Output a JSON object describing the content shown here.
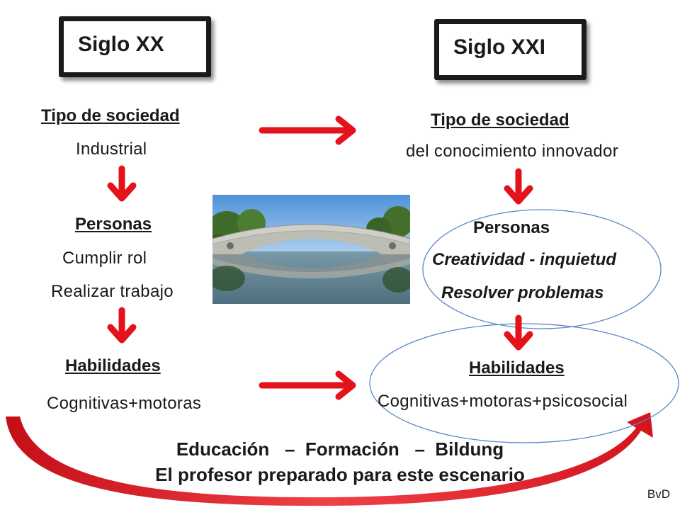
{
  "left": {
    "title": "Siglo XX",
    "society_heading": "Tipo de sociedad",
    "society_value": "Industrial",
    "people_heading": "Personas",
    "people_items": [
      "Cumplir rol",
      "Realizar trabajo"
    ],
    "skills_heading": "Habilidades",
    "skills_value": "Cognitivas+motoras"
  },
  "right": {
    "title": "Siglo XXI",
    "society_heading": "Tipo de sociedad",
    "society_value": "del conocimiento innovador",
    "people_heading": "Personas",
    "people_items": [
      "Creatividad - inquietud",
      "Resolver problemas"
    ],
    "skills_heading": "Habilidades",
    "skills_value": "Cognitivas+motoras+psicosocial"
  },
  "bottom": {
    "line1": "Educación   –  Formación   –  Bildung",
    "line2": "El profesor preparado para este escenario"
  },
  "credit": "BvD",
  "colors": {
    "arrow": "#e3121b",
    "ellipse": "#5b86c9",
    "text": "#1a1a1a"
  }
}
